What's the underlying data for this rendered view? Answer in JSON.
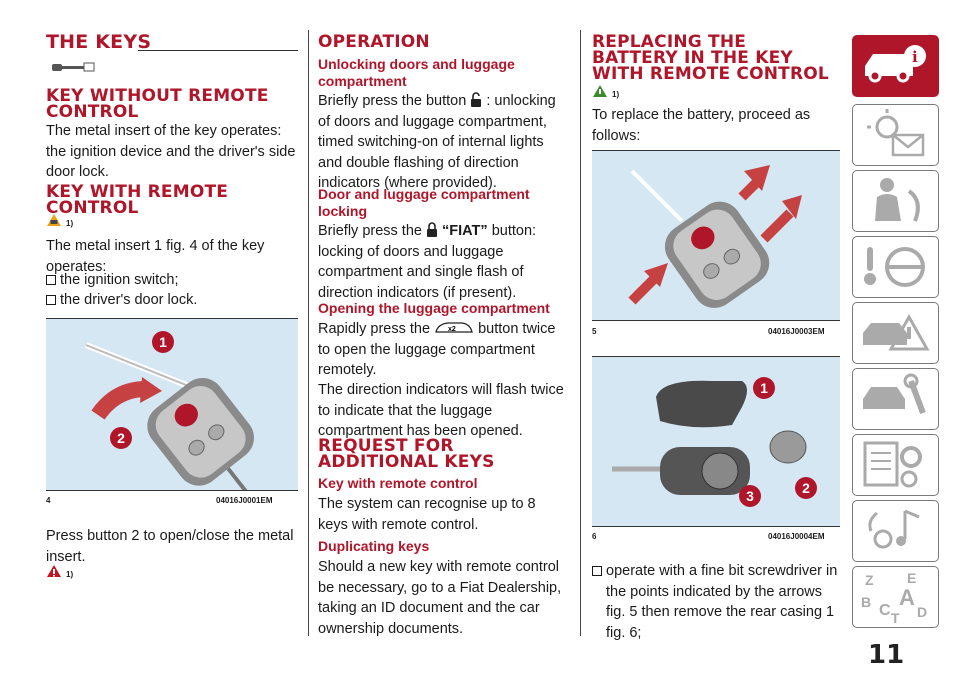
{
  "col1": {
    "title": "THE KEYS",
    "h_without": "KEY WITHOUT REMOTE CONTROL",
    "p_without": "The metal insert of the key operates: the ignition device and the driver's side door lock.",
    "h_with": "KEY WITH REMOTE CONTROL",
    "warn1": "1)",
    "p_with": "The metal insert 1 fig. 4 of the key operates:",
    "bullet1": "the ignition switch;",
    "bullet2": "the driver's door lock.",
    "fig_num": "4",
    "fig_code": "04016J0001EM",
    "p_press": "Press button 2 to open/close the metal insert.",
    "warn2": "1)"
  },
  "col2": {
    "h_operation": "OPERATION",
    "h_unlock": "Unlocking doors and luggage compartment",
    "p_unlock_a": "Briefly press the button",
    "p_unlock_b": ": unlocking of doors and luggage compartment, timed switching-on of internal lights and double flashing of direction indicators (where provided).",
    "h_lock": "Door and luggage compartment locking",
    "p_lock_a": "Briefly press the",
    "p_lock_fiat": "“FIAT”",
    "p_lock_b": "button: locking of doors and luggage compartment and single flash of direction indicators (if present).",
    "h_open": "Opening the luggage compartment",
    "p_open_a": "Rapidly press the",
    "p_open_b": "button twice to open the luggage compartment remotely.",
    "p_flash": "The direction indicators will flash twice to indicate that the luggage compartment has been opened.",
    "h_request": "REQUEST FOR ADDITIONAL KEYS",
    "h_keyremote": "Key with remote control",
    "p_keyremote": "The system can recognise up to 8 keys with remote control.",
    "h_dup": "Duplicating keys",
    "p_dup": "Should a new key with remote control be necessary, go to a Fiat Dealership, taking an ID document and the car ownership documents."
  },
  "col3": {
    "h_replace": "REPLACING THE BATTERY IN THE KEY WITH REMOTE CONTROL",
    "warn": "1)",
    "p_replace": "To replace the battery, proceed as follows:",
    "fig5_num": "5",
    "fig5_code": "04016J0003EM",
    "fig6_num": "6",
    "fig6_code": "04016J0004EM",
    "bullet_op": "operate with a fine bit screwdriver in the points indicated by the arrows fig. 5 then remove the rear casing 1 fig. 6;"
  },
  "figure_labels": {
    "one": "1",
    "two": "2",
    "three": "3",
    "x2": "x2"
  },
  "page_number": "11",
  "sidebar": {
    "tabs": [
      "dashboard-info-icon",
      "warning-lights-icon",
      "safety-icon",
      "driving-icon",
      "emergency-icon",
      "maintenance-icon",
      "technical-data-icon",
      "multimedia-icon",
      "index-icon"
    ],
    "index_letters": [
      "Z",
      "E",
      "B",
      "A",
      "C",
      "T",
      "D"
    ]
  },
  "colors": {
    "accent": "#b0162a",
    "figure_bg": "#d5e7f3",
    "tab_border": "#7a7a7a"
  }
}
